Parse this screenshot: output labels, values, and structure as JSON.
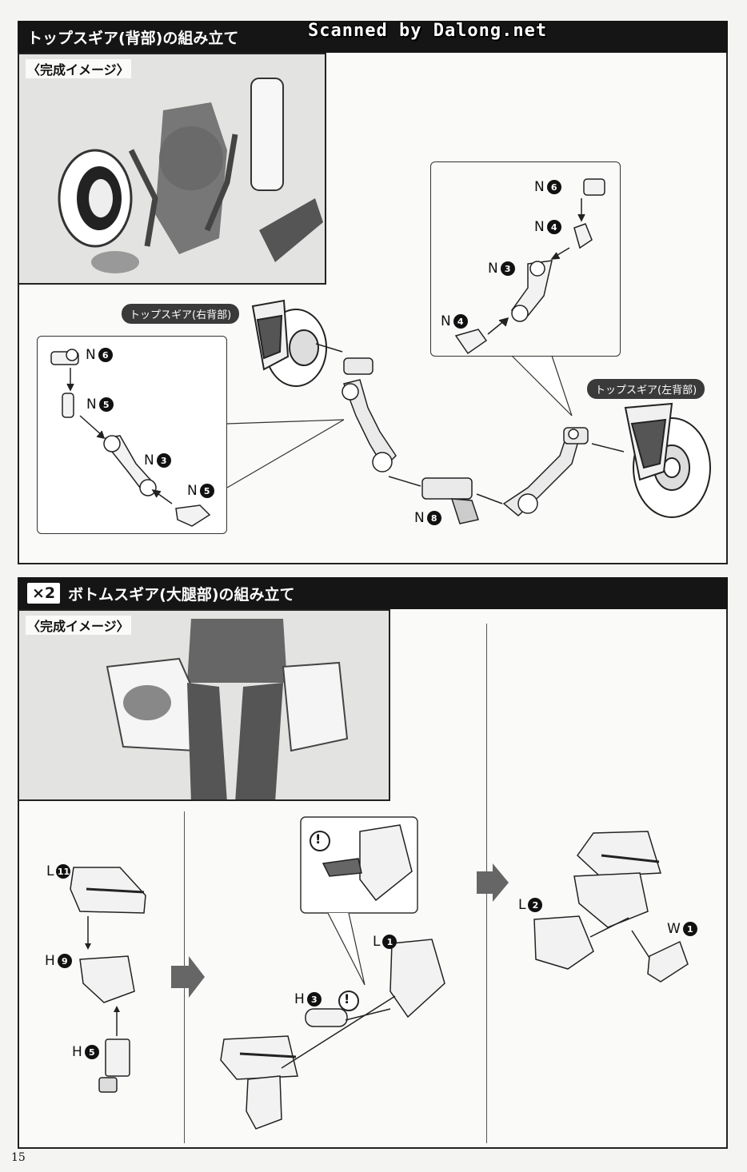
{
  "watermark": "Scanned by Dalong.net",
  "section1": {
    "title": "トップスギア(背部)の組み立て",
    "complete_image_label": "〈完成イメージ〉",
    "tag_right": "トップスギア(右背部)",
    "tag_left": "トップスギア(左背部)",
    "parts_left": [
      {
        "letter": "N",
        "num": "6"
      },
      {
        "letter": "N",
        "num": "5"
      },
      {
        "letter": "N",
        "num": "3"
      },
      {
        "letter": "N",
        "num": "5"
      }
    ],
    "parts_right": [
      {
        "letter": "N",
        "num": "6"
      },
      {
        "letter": "N",
        "num": "4"
      },
      {
        "letter": "N",
        "num": "3"
      },
      {
        "letter": "N",
        "num": "4"
      }
    ],
    "center_part": {
      "letter": "N",
      "num": "8"
    }
  },
  "section2": {
    "multiplier": "×2",
    "title": "ボトムスギア(大腿部)の組み立て",
    "complete_image_label": "〈完成イメージ〉",
    "step1_parts": [
      {
        "letter": "L",
        "num": "11"
      },
      {
        "letter": "H",
        "num": "9"
      },
      {
        "letter": "H",
        "num": "5"
      }
    ],
    "step2_parts": [
      {
        "letter": "L",
        "num": "1"
      },
      {
        "letter": "H",
        "num": "3"
      }
    ],
    "step3_parts": [
      {
        "letter": "L",
        "num": "2"
      },
      {
        "letter": "W",
        "num": "1"
      }
    ],
    "caution_symbol": "!"
  },
  "page_number": "15"
}
